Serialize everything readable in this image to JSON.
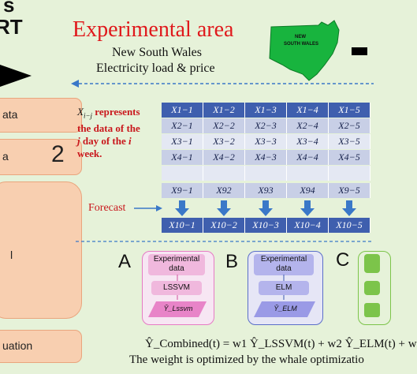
{
  "left_panel": {
    "top_text": "s",
    "top_text2": "RT",
    "item1": "ata",
    "item2": "a",
    "item2_number": "2",
    "item4": "uation"
  },
  "header": {
    "title": "Experimental area",
    "line1": "New South Wales",
    "line2": "Electricity load & price",
    "map_label": "NEW\nSOUTH WALES"
  },
  "note": {
    "lines": [
      "represents",
      "the data of the",
      "day of the",
      "week."
    ],
    "var_main": "X",
    "var_sub": "i−j",
    "j": "j",
    "i": "i"
  },
  "table": {
    "rows": [
      [
        "X1−1",
        "X1−2",
        "X1−3",
        "X1−4",
        "X1−5"
      ],
      [
        "X2−1",
        "X2−2",
        "X2−3",
        "X2−4",
        "X2−5"
      ],
      [
        "X3−1",
        "X3−2",
        "X3−3",
        "X3−4",
        "X3−5"
      ],
      [
        "X4−1",
        "X4−2",
        "X4−3",
        "X4−4",
        "X4−5"
      ],
      [
        "",
        "",
        "",
        "",
        ""
      ],
      [
        "X9−1",
        "X92",
        "X93",
        "X94",
        "X9−5"
      ]
    ],
    "forecast_row": [
      "X10−1",
      "X10−2",
      "X10−3",
      "X10−4",
      "X10−5"
    ],
    "forecast_label": "Forecast"
  },
  "models": {
    "A": {
      "letter": "A",
      "box1": "Experimental\ndata",
      "box2": "LSSVM",
      "box3": "Ŷ_Lssvm"
    },
    "B": {
      "letter": "B",
      "box1": "Experimental\ndata",
      "box2": "ELM",
      "box3": "Ŷ_ELM"
    },
    "C": {
      "letter": "C"
    }
  },
  "formula": {
    "line1": "Ŷ_Combined(t) = w1 Ŷ_LSSVM(t) + w2 Ŷ_ELM(t) + w",
    "line2": "The weight is optimized by the whale optimizatio"
  },
  "colors": {
    "background": "#e6f2d9",
    "side_box": "#f8cfb0",
    "title": "#e0191c",
    "table_header": "#3f5fae",
    "map_green": "#18b43e",
    "arrow_blue": "#3a78c8"
  }
}
